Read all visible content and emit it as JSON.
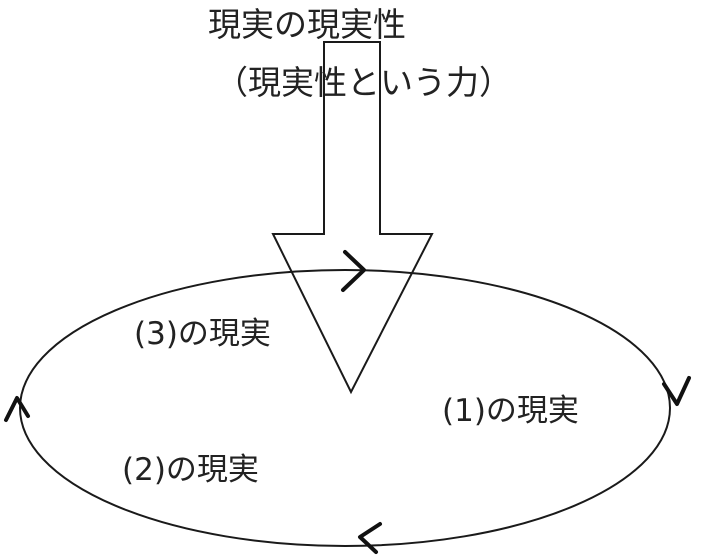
{
  "title": "現実の現実性",
  "subtitle": "（現実性という力）",
  "regions": {
    "one": "(1)の現実",
    "two": "(2)の現実",
    "three": "(3)の現実"
  },
  "colors": {
    "line": "#1a1a1a",
    "text": "#222222",
    "background": "#ffffff"
  }
}
